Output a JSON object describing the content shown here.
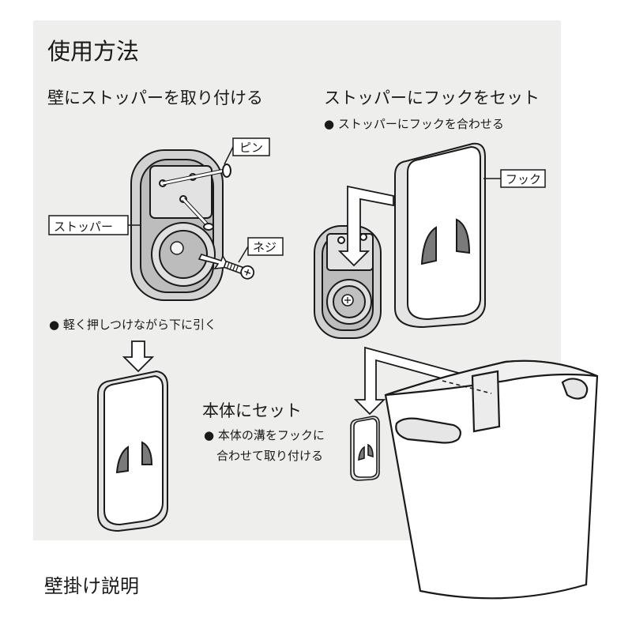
{
  "title": "使用方法",
  "step1": {
    "heading": "壁にストッパーを取り付ける",
    "labels": {
      "pin": "ピン",
      "stopper": "ストッパー",
      "screw": "ネジ"
    },
    "note": "● 軽く押しつけながら下に引く"
  },
  "step2": {
    "heading": "ストッパーにフックをセット",
    "note": "● ストッパーにフックを合わせる",
    "labels": {
      "hook": "フック"
    }
  },
  "step3": {
    "heading": "本体にセット",
    "note_line1": "● 本体の溝をフックに",
    "note_line2": "合わせて取り付ける"
  },
  "caption": "壁掛け説明",
  "colors": {
    "panel": "#eeeeed",
    "line": "#1a1a1a",
    "fill_gray": "#cfcfcf",
    "fill_white": "#ffffff"
  }
}
